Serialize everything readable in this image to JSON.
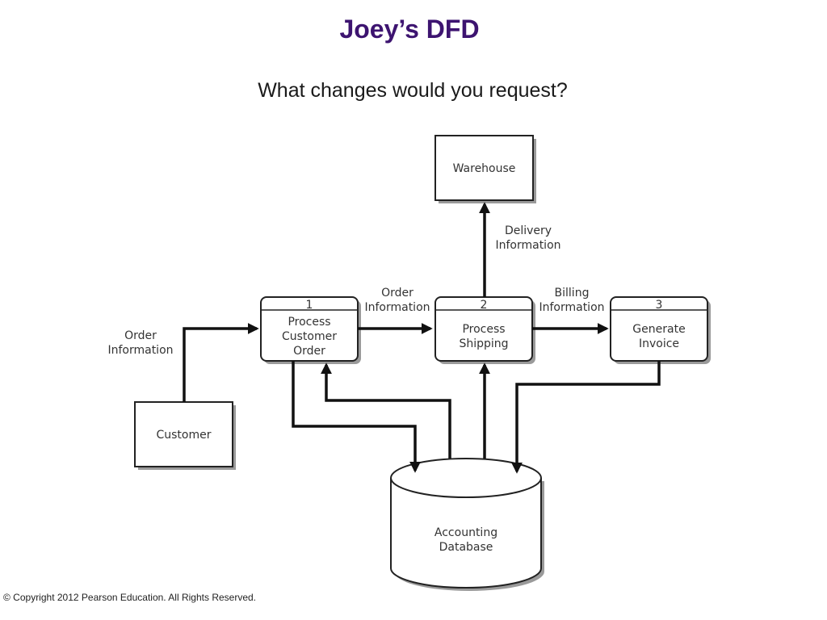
{
  "slide": {
    "title": "Joey’s DFD",
    "subtitle": "What changes would you request?",
    "copyright": "© Copyright 2012 Pearson Education. All Rights Reserved."
  },
  "diagram": {
    "entities": {
      "warehouse": "Warehouse",
      "customer": "Customer"
    },
    "processes": [
      {
        "number": "1",
        "lines": [
          "Process",
          "Customer",
          "Order"
        ]
      },
      {
        "number": "2",
        "lines": [
          "Process",
          "Shipping"
        ]
      },
      {
        "number": "3",
        "lines": [
          "Generate",
          "Invoice"
        ]
      }
    ],
    "datastore": {
      "lines": [
        "Accounting",
        "Database"
      ]
    },
    "flows": {
      "customer_order": [
        "Order",
        "Information"
      ],
      "order_info": [
        "Order",
        "Information"
      ],
      "billing_info": [
        "Billing",
        "Information"
      ],
      "delivery_info": [
        "Delivery",
        "Information"
      ]
    }
  }
}
